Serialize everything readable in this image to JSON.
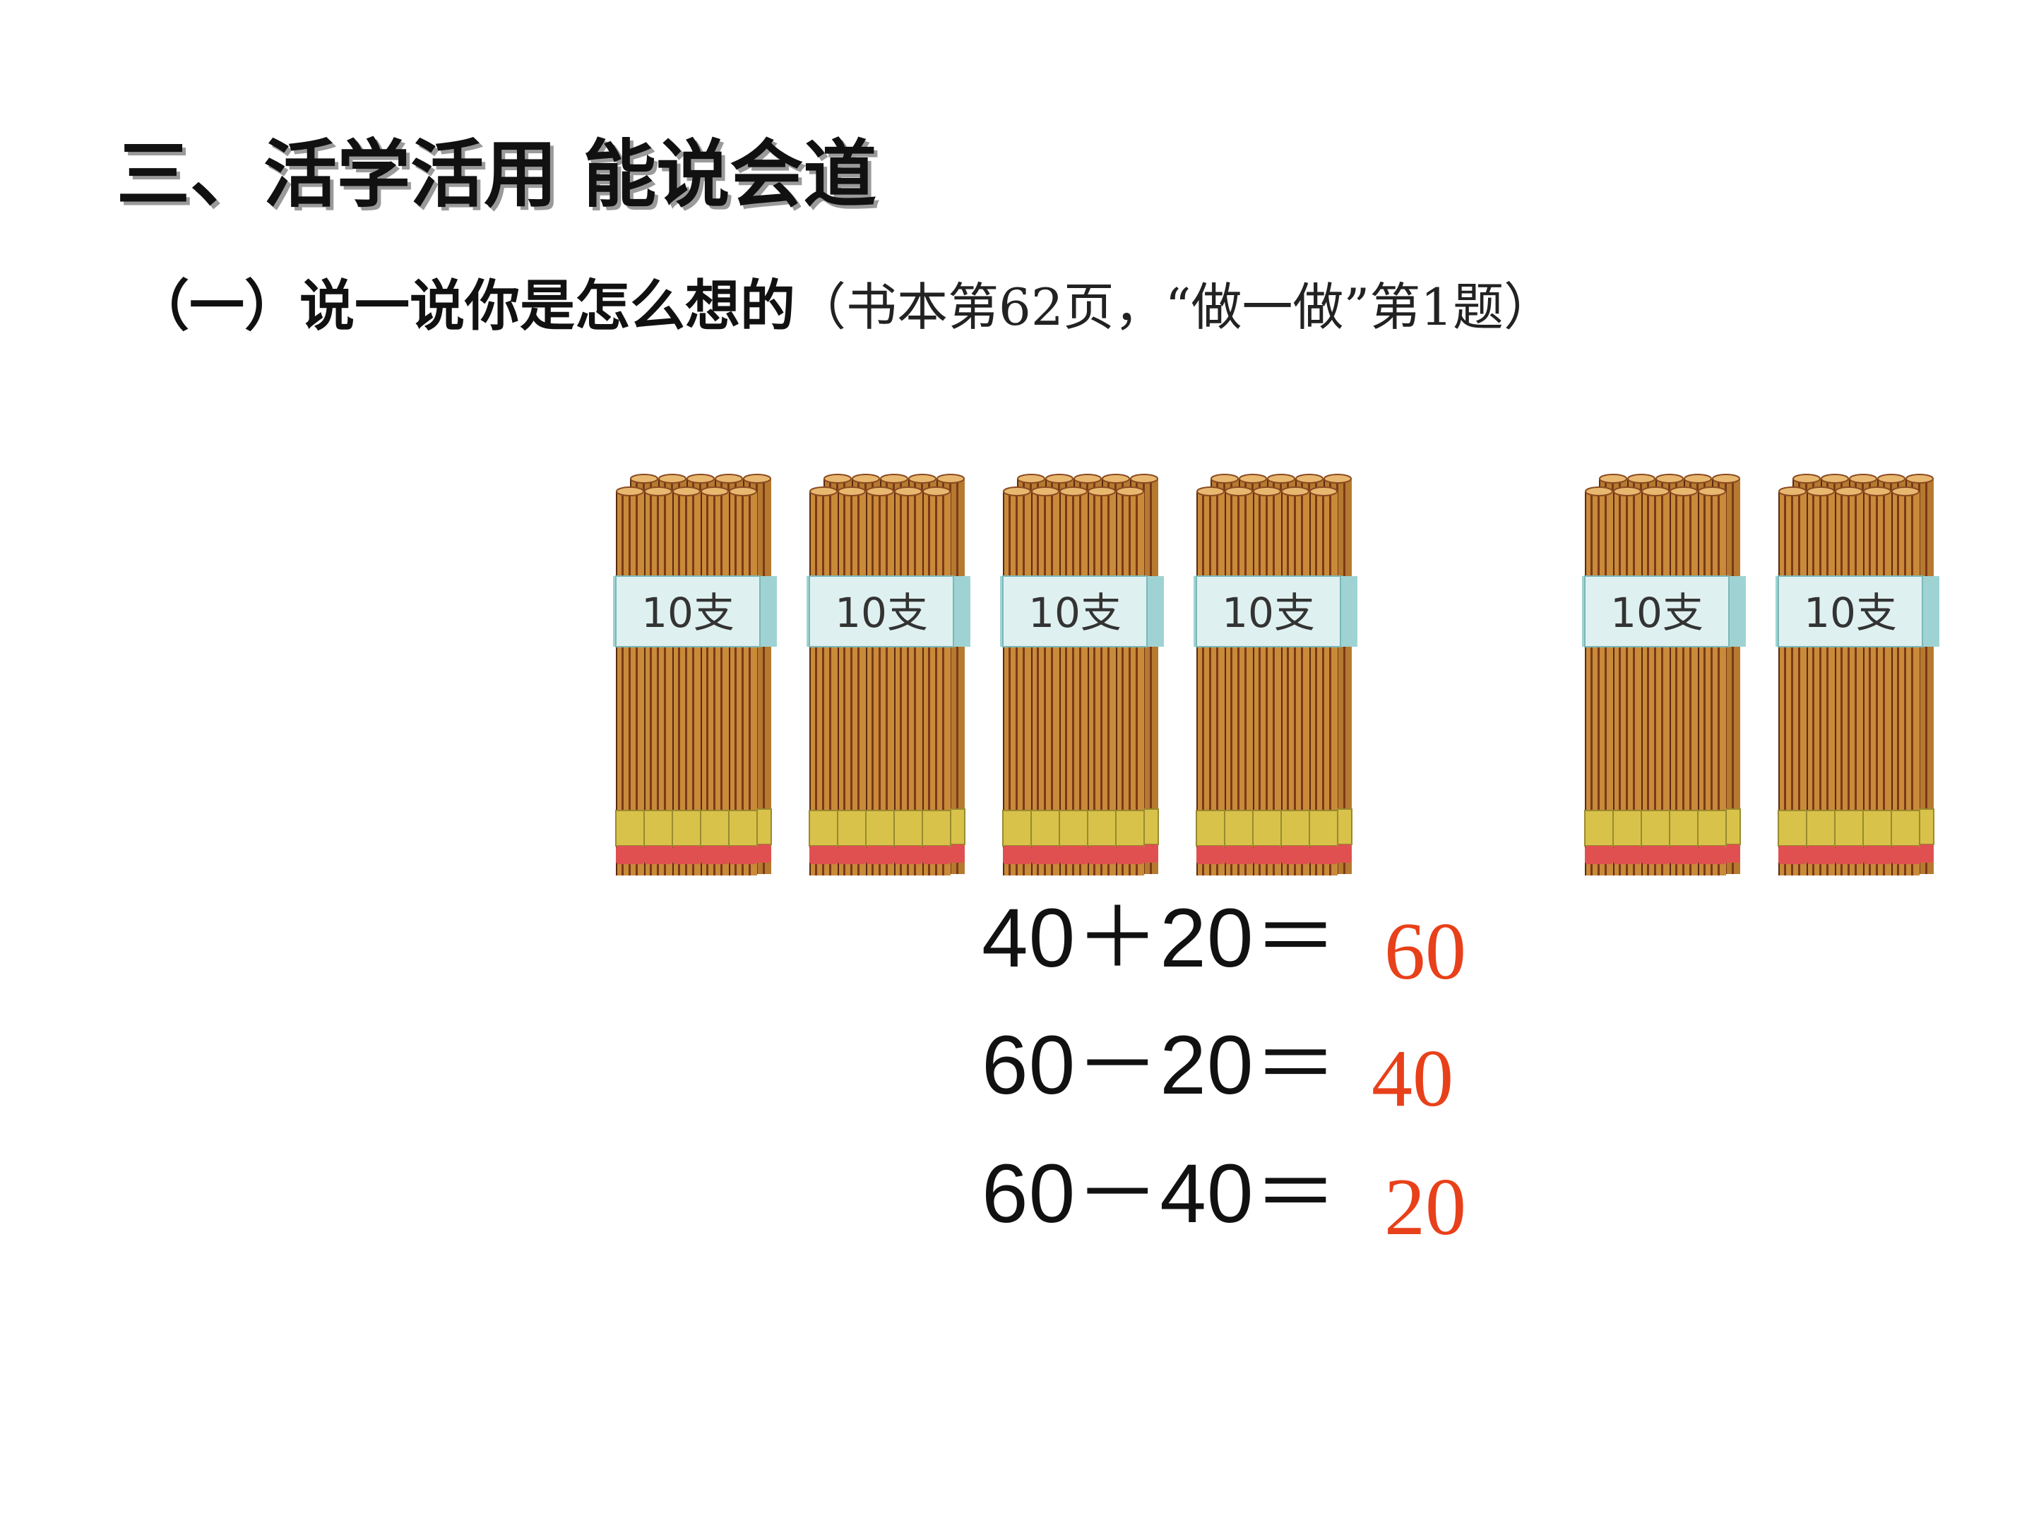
{
  "heading": "三、活学活用  能说会道",
  "subheading": {
    "main": "（一）说一说你是怎么想的",
    "reference": "（书本第62页，“做一做”第1题）"
  },
  "bundles": {
    "label": "10支",
    "count": 6
  },
  "equations": [
    {
      "expression": "40＋20＝",
      "answer": "60"
    },
    {
      "expression": "60－20＝",
      "answer": "40"
    },
    {
      "expression": "60－40＝",
      "answer": "20"
    }
  ],
  "colors": {
    "answer": "#e8401a",
    "pencil_wood": "#c98a3a",
    "pencil_stripe": "#7a3a18",
    "band": "#dff0f0",
    "ferrule": "#d8c24a",
    "eraser": "#e05050"
  }
}
